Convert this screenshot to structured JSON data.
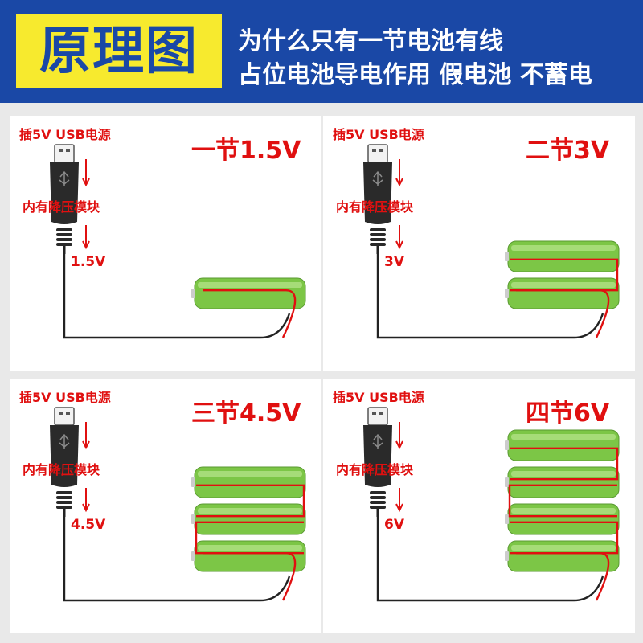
{
  "header": {
    "title": "原理图",
    "line1": "为什么只有一节电池有线",
    "line2": "占位电池导电作用 假电池 不蓄电"
  },
  "panels": [
    {
      "usb_label": "插5V USB电源",
      "module_label": "内有降压模块",
      "voltage": "1.5V",
      "count_label": "一节1.5V",
      "batteries": 1
    },
    {
      "usb_label": "插5V USB电源",
      "module_label": "内有降压模块",
      "voltage": "3V",
      "count_label": "二节3V",
      "batteries": 2
    },
    {
      "usb_label": "插5V USB电源",
      "module_label": "内有降压模块",
      "voltage": "4.5V",
      "count_label": "三节4.5V",
      "batteries": 3
    },
    {
      "usb_label": "插5V USB电源",
      "module_label": "内有降压模块",
      "voltage": "6V",
      "count_label": "四节6V",
      "batteries": 4
    }
  ],
  "colors": {
    "header_bg": "#1a48a6",
    "title_bg": "#f7ea2e",
    "label_red": "#e01010",
    "battery_green": "#7cc646",
    "wire_red": "#e01010",
    "wire_black": "#222222"
  }
}
